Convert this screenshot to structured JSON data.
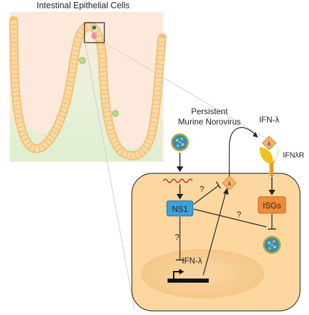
{
  "title": "Intestinal Epithelial Cells",
  "virus_label_line1": "Persistent",
  "virus_label_line2": "Murine Norovirus",
  "labels": {
    "ifn_lambda_top": "IFN-λ",
    "ifn_receptor": "IFNλR",
    "ns1": "NS1",
    "isgs": "ISGs",
    "ifn_lambda_nucleus": "IFN-λ",
    "question": "?"
  },
  "colors": {
    "tissue_bg": "#fce8da",
    "villus_fill": "#ddf0d0",
    "cell_border": "#f0c27a",
    "cell_fill": "#fbd9a4",
    "cytoplasm": "#fcd8a0",
    "nucleus": "#f7c98a",
    "ns1_box": "#3f9fd8",
    "isg_box": "#ef8a3a",
    "receptor_yellow": "#f2c21a",
    "receptor_orange": "#ee8d30",
    "virus_blue": "#2f8fc8",
    "virus_spike": "#b9a23a",
    "rna": "#c0392b"
  },
  "icons": [
    "virus-icon",
    "rna-strand-icon",
    "ifn-lambda-ligand-icon",
    "ifn-lambda-receptor-icon",
    "promoter-arrow-icon",
    "gene-bar-icon"
  ]
}
